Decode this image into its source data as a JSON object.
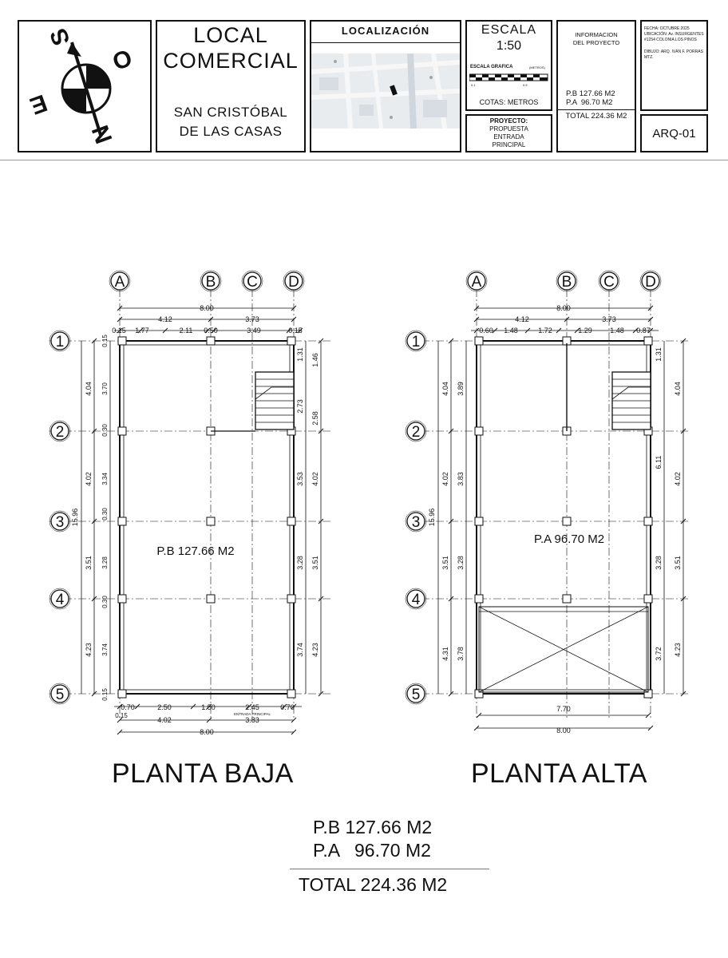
{
  "title_block": {
    "compass": {
      "letters": [
        "S",
        "O",
        "E",
        "N"
      ]
    },
    "project_title": [
      "LOCAL",
      "COMERCIAL"
    ],
    "project_city": [
      "SAN CRISTÓBAL",
      "DE LAS CASAS"
    ],
    "location_label": "LOCALIZACIÓN",
    "scale": {
      "label": "ESCALA",
      "value": "1:50",
      "graphic_label": "ESCALA GRAFICA",
      "graphic_unit": "(METROS)",
      "graphic_ticks": [
        "0.1",
        "0.5"
      ],
      "units_label": "COTAS: METROS"
    },
    "proyecto": {
      "label": "PROYECTO:",
      "value": [
        "PROPUESTA",
        "ENTRADA",
        "PRINCIPAL"
      ]
    },
    "info": {
      "label": [
        "INFORMACION",
        "DEL PROYECTO"
      ],
      "pb": "P.B 127.66 M2",
      "pa": "P.A  96.70 M2",
      "total": "TOTAL 224.36 M2"
    },
    "meta": {
      "date": "FECHA: OCTUBRE 2025",
      "location": [
        "UBICACIÓN: Av. INSURGENTES",
        "#1254 COLONIA LOS PINOS"
      ],
      "drawn_by": [
        "DIBUJO: ARQ. IVÁN F. PORRAS",
        "MTZ."
      ]
    },
    "sheet_code": "ARQ-01"
  },
  "plans": {
    "grid_columns": [
      "A",
      "B",
      "C",
      "D"
    ],
    "grid_rows": [
      "1",
      "2",
      "3",
      "4",
      "5"
    ],
    "planta_baja": {
      "title": "PLANTA BAJA",
      "area_label": "P.B 127.66 M2",
      "top_total": "8.00",
      "top_partial": [
        "4.12",
        "3.73"
      ],
      "top_segments": [
        "0.15",
        "1.77",
        "2.11",
        "0.50",
        "3.49",
        "0.15"
      ],
      "left_overall": "15.96",
      "left_bays": [
        "4.04",
        "4.02",
        "3.51",
        "4.23"
      ],
      "left_inner": [
        "0.15",
        "3.70",
        "0.30",
        "3.34",
        "0.30",
        "3.28",
        "0.30",
        "3.74",
        "0.15"
      ],
      "right_outer": [
        "1.46",
        "2.58",
        "4.02",
        "3.51",
        "4.23"
      ],
      "right_inner": [
        "1.31",
        "2.73",
        "3.53",
        "3.28",
        "3.74"
      ],
      "bottom_segments": [
        "0.70",
        "2.50",
        "1.50",
        "2.45",
        "0.70"
      ],
      "bottom_partial": [
        "4.02",
        "3.83"
      ],
      "bottom_total": "8.00",
      "bottom_edge": "0.15",
      "entrance_label": "ENTRADA PRINCIPAL"
    },
    "planta_alta": {
      "title": "PLANTA ALTA",
      "area_label": "P.A   96.70 M2",
      "top_total": "8.00",
      "top_partial": [
        "4.12",
        "3.73"
      ],
      "top_segments": [
        "0.60",
        "1.48",
        "1.72",
        "1.29",
        "1.48",
        "0.87"
      ],
      "left_overall": "15.96",
      "left_bays": [
        "4.04",
        "4.02",
        "3.51",
        "4.31"
      ],
      "left_inner": [
        "3.89",
        "3.83",
        "3.28",
        "3.78"
      ],
      "right_outer": [
        "4.04",
        "4.02",
        "3.51",
        "4.23"
      ],
      "right_inner": [
        "1.31",
        "6.11",
        "3.28",
        "3.72"
      ],
      "bottom_inner": "7.70",
      "bottom_total": "8.00"
    }
  },
  "summary": {
    "pb": "P.B 127.66 M2",
    "pa": "P.A   96.70 M2",
    "total": "TOTAL 224.36 M2"
  }
}
